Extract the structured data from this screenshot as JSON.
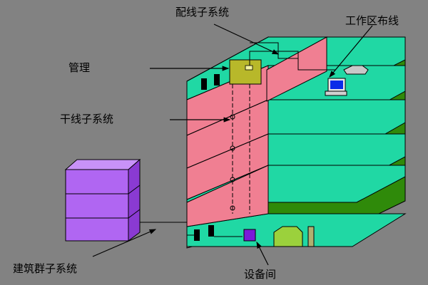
{
  "labels": {
    "distribution_subsystem": "配线子系统",
    "work_area_cabling": "工作区布线",
    "management": "管理",
    "backbone_subsystem": "干线子系统",
    "building_group_subsystem": "建筑群子系统",
    "equipment_room": "设备间"
  },
  "colors": {
    "background": "#828282",
    "pink_wall": "#f07f92",
    "green_floor": "#20d8a4",
    "dark_green_wall": "#2f8a0a",
    "purple_building": "#b066f2",
    "management_panel": "#b8b82a"
  }
}
